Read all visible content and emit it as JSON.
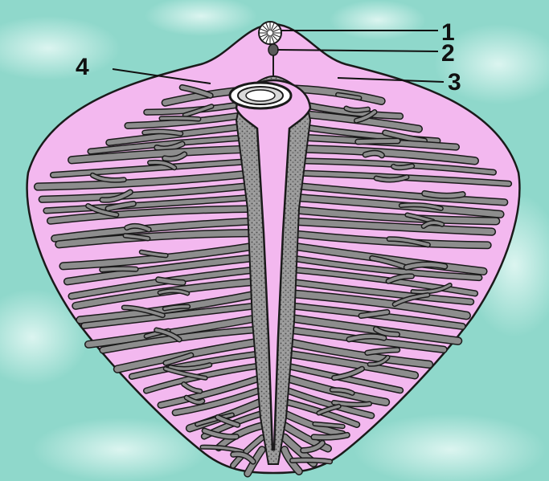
{
  "colors": {
    "background": "#8fd8cb",
    "background_light": "#c6eee6",
    "body_fill": "#f3b8ef",
    "branch_fill": "#8d8d8d",
    "outline": "#1a1a1a"
  },
  "figure": {
    "labels": {
      "l1": "1",
      "l2": "2",
      "l3": "3",
      "l4": "4"
    }
  }
}
